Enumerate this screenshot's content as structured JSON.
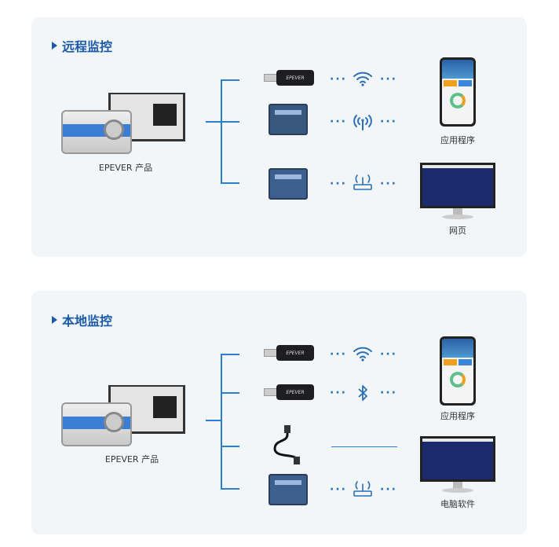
{
  "remote": {
    "title": "远程监控",
    "product_label": "EPEVER 产品",
    "devices": [
      "wifi-dongle",
      "4g-rtu",
      "ethernet-gateway"
    ],
    "icons": [
      "wifi-icon",
      "cellular-signal-icon",
      "router-icon"
    ],
    "dongle_brand": "EPEVER",
    "app_label": "应用程序",
    "web_label": "网页"
  },
  "local": {
    "title": "本地监控",
    "product_label": "EPEVER 产品",
    "devices": [
      "wifi-dongle",
      "bluetooth-dongle",
      "usb-cable",
      "ethernet-gateway"
    ],
    "icons": [
      "wifi-icon",
      "bluetooth-icon",
      "direct-line",
      "router-icon"
    ],
    "dongle_brand": "EPEVER",
    "app_label": "应用程序",
    "pc_label": "电脑软件"
  },
  "colors": {
    "accent": "#1a5aa8",
    "line": "#2b7fcf",
    "panel": "#f3f6f9"
  }
}
